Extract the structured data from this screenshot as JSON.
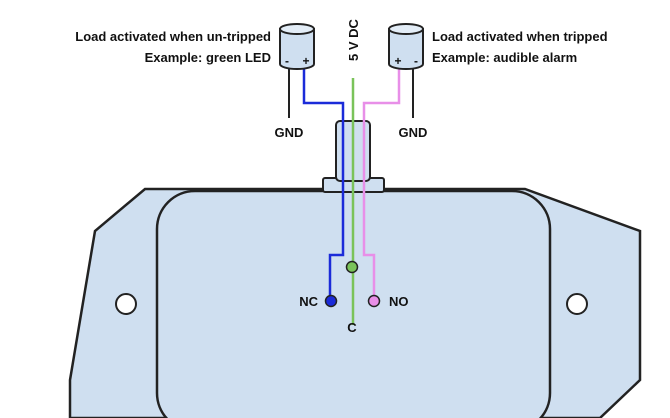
{
  "labels": {
    "left_load": "Load activated when un-tripped",
    "left_example": "Example: green LED",
    "right_load": "Load activated when tripped",
    "right_example": "Example: audible alarm",
    "supply": "5 V DC",
    "gnd": "GND",
    "nc": "NC",
    "no": "NO",
    "common": "C",
    "minus": "-",
    "plus": "+"
  },
  "colors": {
    "nc_wire": "#1b2bd9",
    "no_wire": "#e88fe8",
    "common_wire": "#7ac35a",
    "housing_fill": "#cfdff0",
    "outline": "#222222"
  },
  "icons": [
    "load-capacitor-icon",
    "mounting-hole-icon",
    "terminal-icon"
  ]
}
